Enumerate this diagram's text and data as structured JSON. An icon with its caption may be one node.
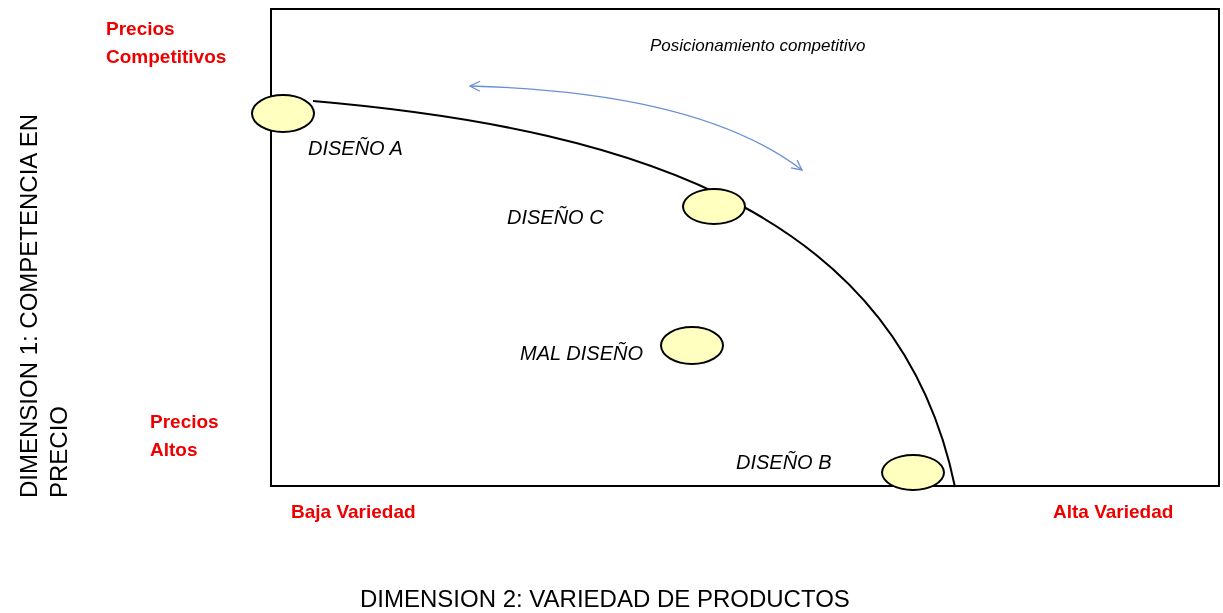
{
  "diagram": {
    "nodes": [
      {
        "text": [],
        "shape": "ellipse",
        "beside": [
          "DISEÑO A"
        ]
      },
      {
        "text": [],
        "shape": "ellipse",
        "beside": [
          "DISEÑO C"
        ]
      },
      {
        "text": [],
        "shape": "ellipse",
        "beside": [
          "MAL DISEÑO"
        ]
      },
      {
        "text": [],
        "shape": "ellipse",
        "beside": [
          "DISEÑO B"
        ]
      }
    ],
    "labels": [
      "Precios Competitivos",
      "Posicionamiento competitivo",
      "DIMENSION 1: COMPETENCIA EN PRECIO",
      "Precios Altos",
      "Baja Variedad",
      "Alta Variedad",
      "DIMENSION 2: VARIEDAD DE PRODUCTOS"
    ]
  }
}
